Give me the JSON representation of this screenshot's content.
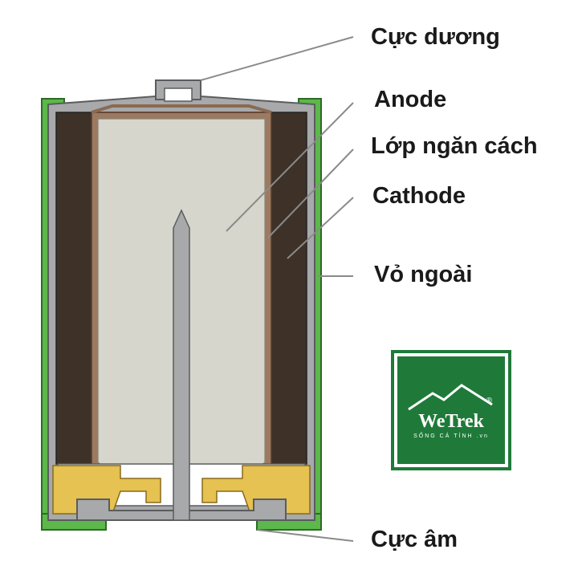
{
  "labels": {
    "positive": "Cực dương",
    "anode": "Anode",
    "separator": "Lớp ngăn cách",
    "cathode": "Cathode",
    "casing": "Vỏ ngoài",
    "negative": "Cực âm"
  },
  "logo": {
    "brand": "WeTrek",
    "tagline": "SỐNG CÁ TÍNH",
    "domain": ".vn",
    "registered": "®"
  },
  "colors": {
    "casing_green": "#5cb84a",
    "steel": "#a7a9ab",
    "cathode": "#3e3127",
    "separator": "#9c7a62",
    "anode": "#d7d6cc",
    "seal": "#e5c251",
    "brand_green": "#1f7a3a"
  }
}
